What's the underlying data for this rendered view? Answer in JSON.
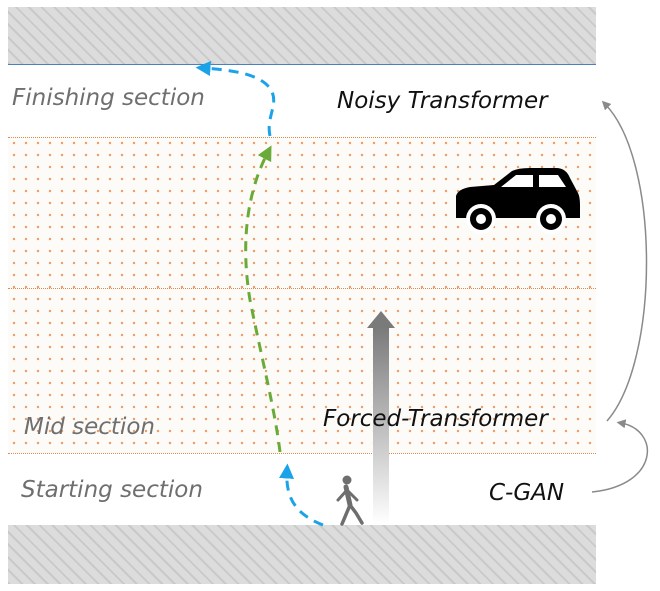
{
  "sections": {
    "finishing": "Finishing section",
    "mid": "Mid section",
    "starting": "Starting section"
  },
  "methods": {
    "noisy_transformer": "Noisy Transformer",
    "forced_transformer": "Forced-Transformer",
    "cgan": "C-GAN"
  },
  "icons": {
    "car": "car-icon",
    "pedestrian": "pedestrian-icon"
  },
  "colors": {
    "blue_path": "#1aa3e8",
    "green_path": "#6aaa38",
    "road_dots": "#e8a070",
    "arrow_gray": "#808080"
  }
}
